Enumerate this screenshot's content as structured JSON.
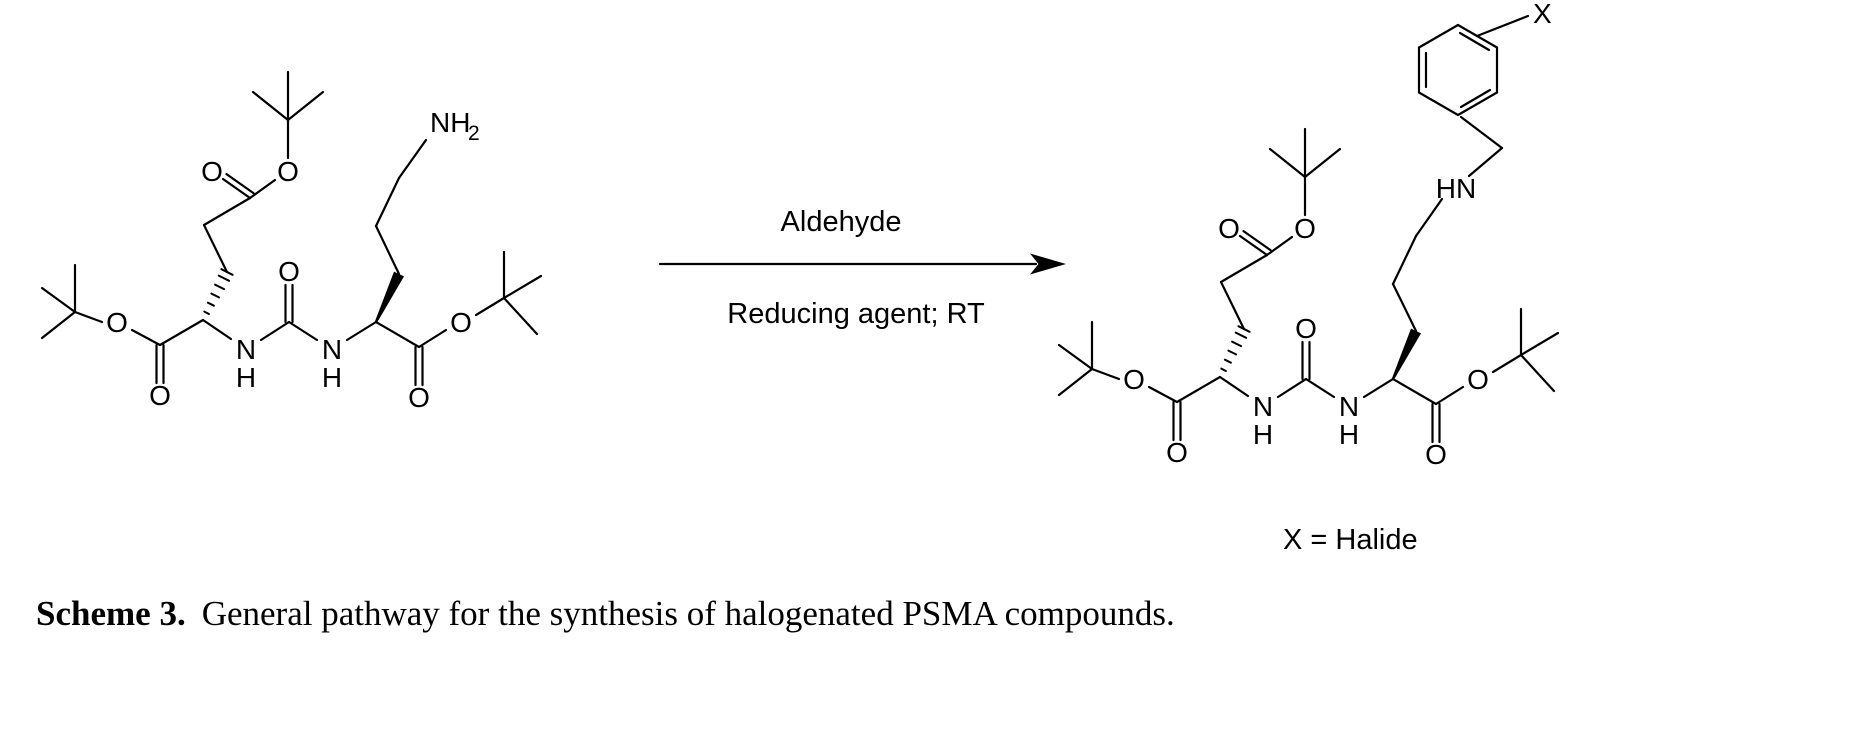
{
  "atoms": {
    "O": "O",
    "N": "N",
    "H": "H",
    "NH": "NH",
    "sub2": "2",
    "HN": "HN",
    "X": "X"
  },
  "reaction": {
    "reagent_above": "Aldehyde",
    "conditions_below": "Reducing agent; RT"
  },
  "note": {
    "x_definition": "X = Halide"
  },
  "caption": {
    "label": "Scheme 3.",
    "text": "General pathway for the synthesis of halogenated PSMA compounds."
  }
}
